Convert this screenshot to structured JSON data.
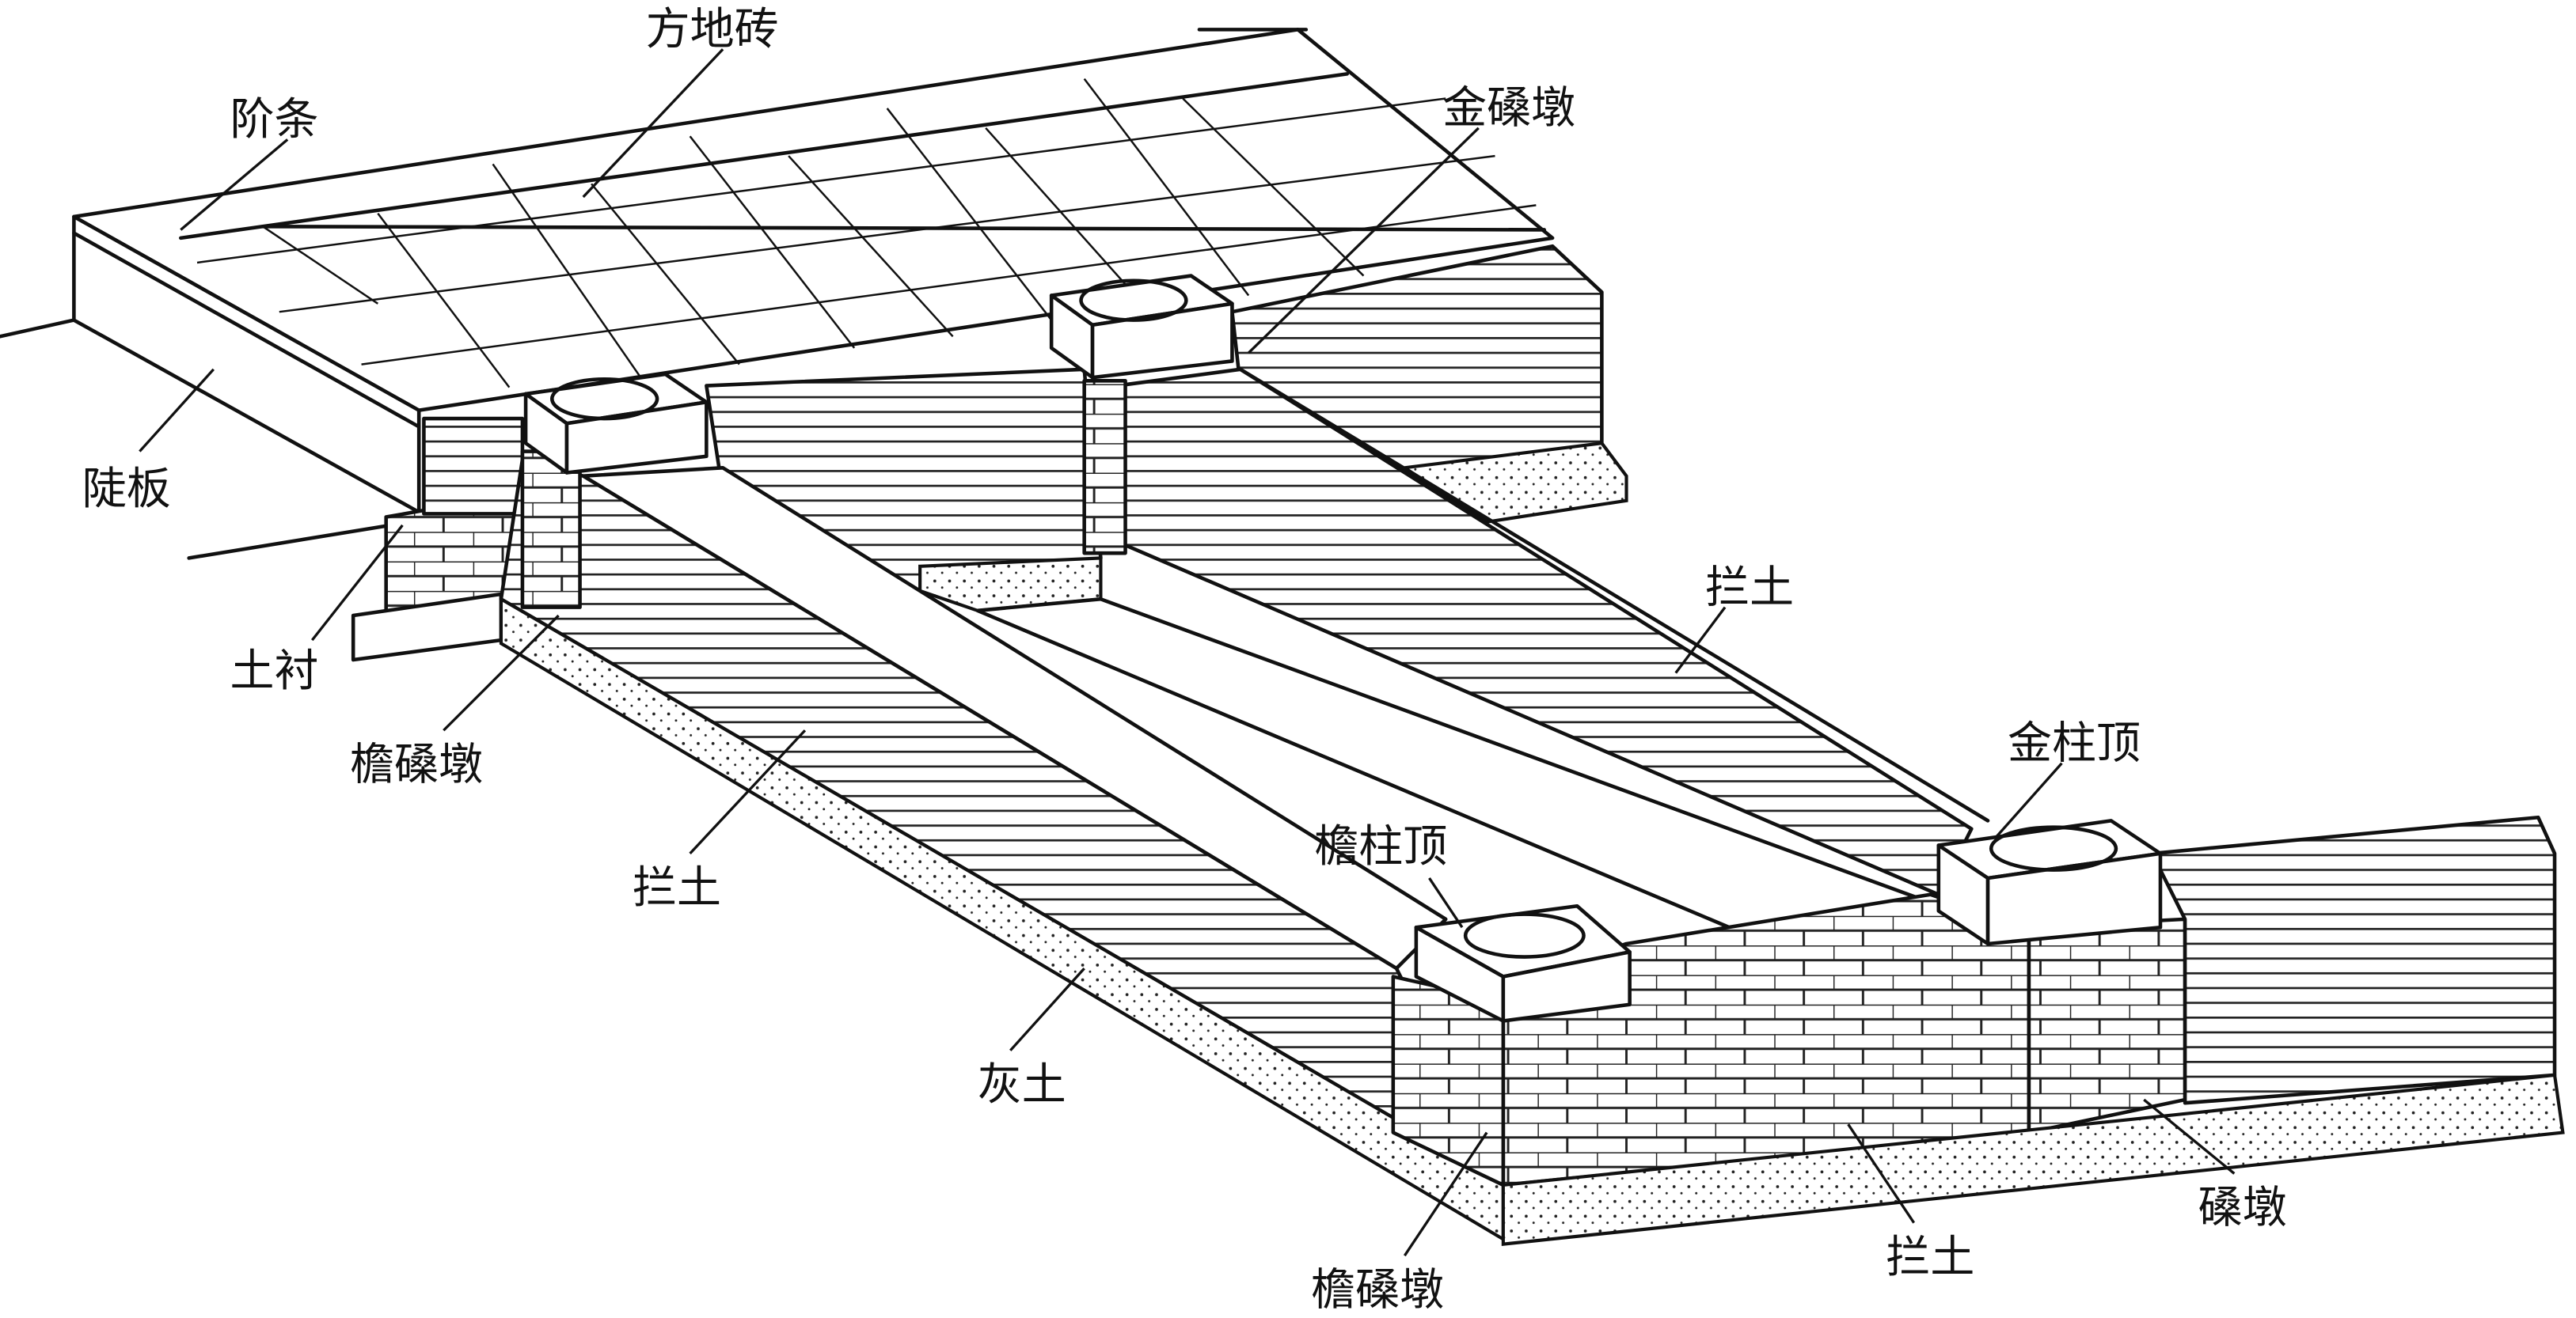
{
  "title": "台基基础构造示意",
  "labels": {
    "fang_di_zhuan": "方地砖",
    "jie_tiao": "阶条",
    "jin_sang_dun": "金磉墩",
    "dou_ban": "陡板",
    "tu_chen": "土衬",
    "yan_sang_dun_left": "檐磉墩",
    "lan_tu_right": "拦土",
    "lan_tu_middle": "拦土",
    "jin_zhu_ding": "金柱顶",
    "yan_zhu_ding": "檐柱顶",
    "hui_tu": "灰土",
    "yan_sang_dun_bottom": "檐磉墩",
    "lan_tu_bottom": "拦土",
    "sang_dun": "磉墩"
  }
}
